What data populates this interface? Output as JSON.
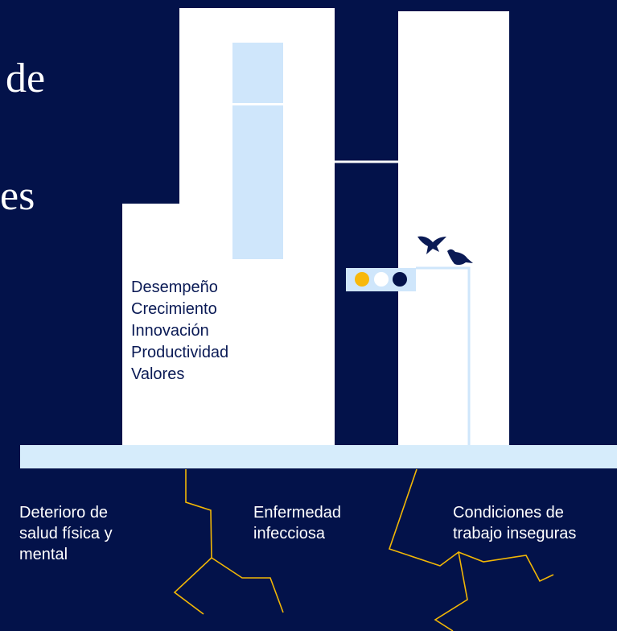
{
  "heading_fragments": {
    "line1": "de",
    "line2": "es"
  },
  "building_values": [
    "Desempeño",
    "Crecimiento",
    "Innovación",
    "Productividad",
    "Valores"
  ],
  "root_labels": {
    "left": [
      "Deterioro de",
      "salud física y",
      "mental"
    ],
    "center": [
      "Enfermedad",
      "infecciosa"
    ],
    "right": [
      "Condiciones de",
      "trabajo inseguras"
    ]
  },
  "colors": {
    "background": "#03124a",
    "building": "#ffffff",
    "window": "#cfe6fb",
    "ground": "#d6ecfb",
    "crack": "#f2b705",
    "light_yellow": "#f8b80b",
    "light_white": "#ffffff",
    "light_navy": "#03124a",
    "birds": "#0a1a55"
  },
  "icons": {
    "traffic_light": "traffic-light-icon",
    "birds": "bird-icon"
  }
}
